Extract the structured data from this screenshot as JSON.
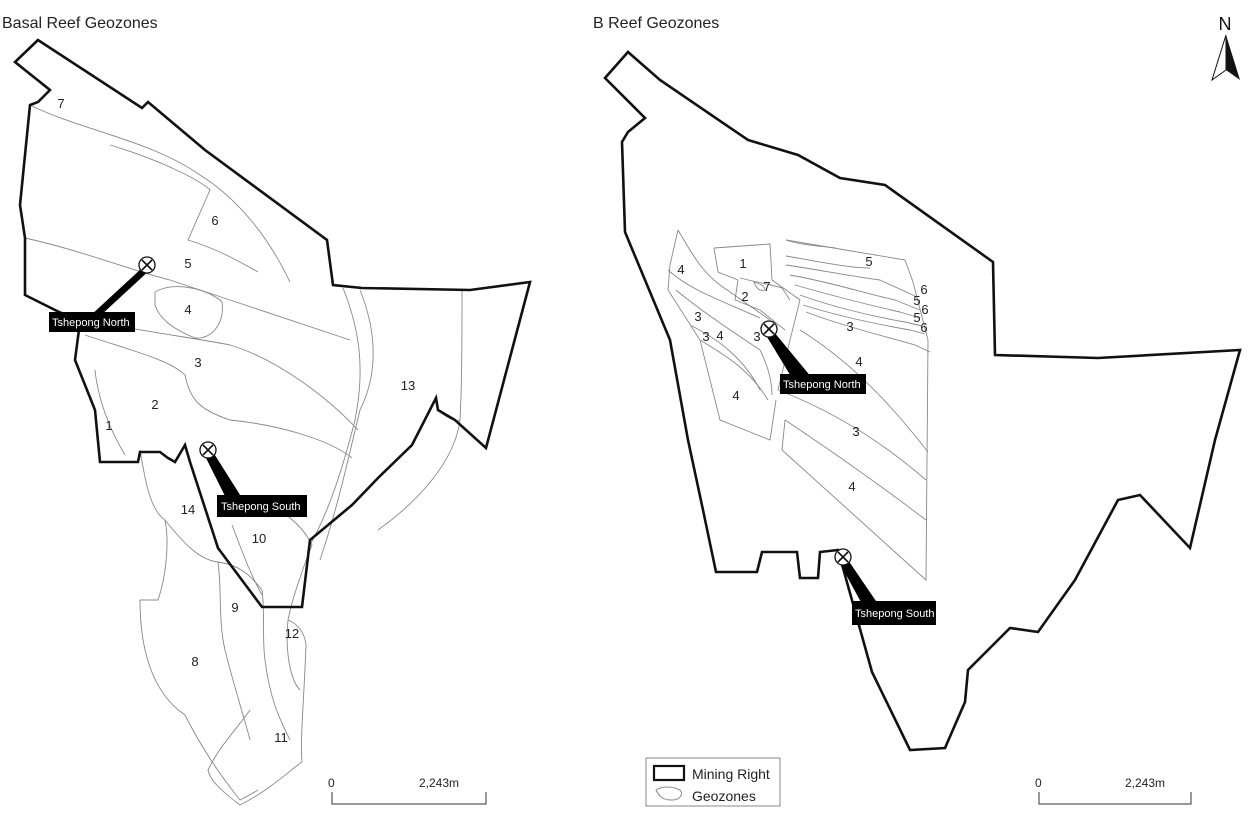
{
  "panels": [
    {
      "title": "Basal Reef Geozones",
      "zone_labels": [
        "7",
        "6",
        "5",
        "4",
        "3",
        "2",
        "1",
        "13",
        "14",
        "10",
        "9",
        "8",
        "12",
        "11"
      ],
      "mines": [
        "Tshepong North",
        "Tshepong South"
      ],
      "scale": {
        "start": "0",
        "end": "2,243m"
      }
    },
    {
      "title": "B Reef Geozones",
      "zone_labels": [
        "4",
        "1",
        "7",
        "2",
        "5",
        "6",
        "5",
        "6",
        "5",
        "6",
        "3",
        "3",
        "4",
        "3",
        "3",
        "4",
        "4",
        "3",
        "4"
      ],
      "mines": [
        "Tshepong North",
        "Tshepong South"
      ],
      "scale": {
        "start": "0",
        "end": "2,243m"
      }
    }
  ],
  "north_arrow": {
    "label": "N"
  },
  "legend": {
    "items": [
      {
        "symbol": "mining-right-symbol",
        "label": "Mining Right"
      },
      {
        "symbol": "geozones-symbol",
        "label": "Geozones"
      }
    ]
  },
  "colors": {
    "boundary": "#111111",
    "geozone_line": "#888888",
    "mine_tag_bg": "#000000"
  }
}
